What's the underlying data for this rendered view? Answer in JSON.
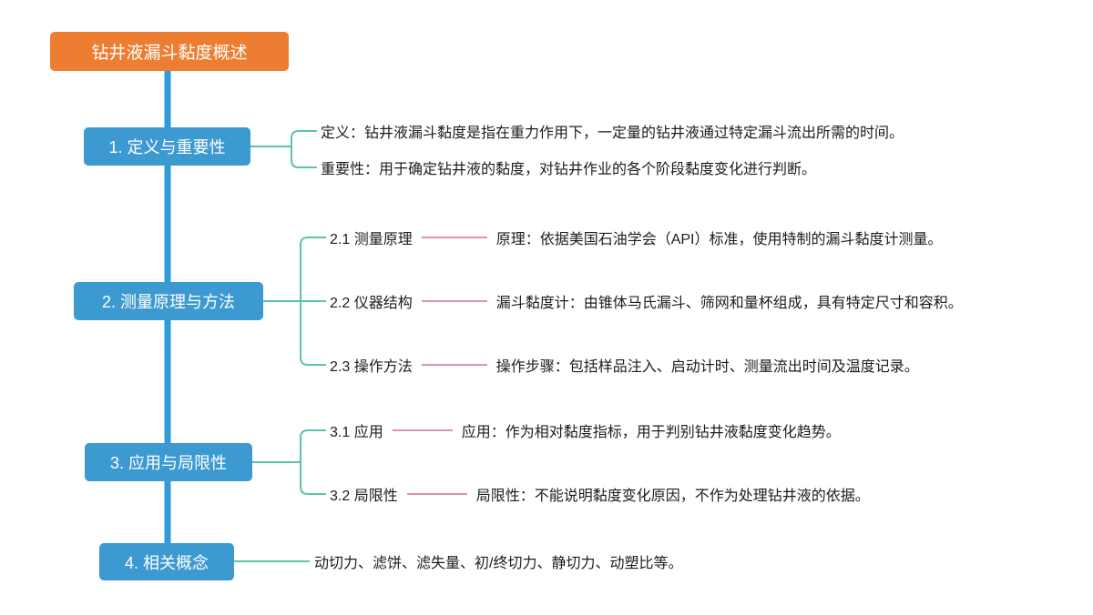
{
  "root": {
    "label": "钻井液漏斗黏度概述"
  },
  "colors": {
    "root_bg": "#ED7D31",
    "node_bg": "#3D9AD1",
    "trunk": "#2F9BD9",
    "branch_line": "#5AC3AF",
    "leaf_line": "#E0929E",
    "text": "#1D1D1F"
  },
  "sections": [
    {
      "label": "1. 定义与重要性",
      "children": [
        {
          "text": "定义：钻井液漏斗黏度是指在重力作用下，一定量的钻井液通过特定漏斗流出所需的时间。"
        },
        {
          "text": "重要性：用于确定钻井液的黏度，对钻井作业的各个阶段黏度变化进行判断。"
        }
      ]
    },
    {
      "label": "2. 测量原理与方法",
      "children": [
        {
          "label": "2.1 测量原理",
          "text": "原理：依据美国石油学会（API）标准，使用特制的漏斗黏度计测量。"
        },
        {
          "label": "2.2 仪器结构",
          "text": "漏斗黏度计：由锥体马氏漏斗、筛网和量杯组成，具有特定尺寸和容积。"
        },
        {
          "label": "2.3 操作方法",
          "text": "操作步骤：包括样品注入、启动计时、测量流出时间及温度记录。"
        }
      ]
    },
    {
      "label": "3. 应用与局限性",
      "children": [
        {
          "label": "3.1 应用",
          "text": "应用：作为相对黏度指标，用于判别钻井液黏度变化趋势。"
        },
        {
          "label": "3.2 局限性",
          "text": "局限性：不能说明黏度变化原因，不作为处理钻井液的依据。"
        }
      ]
    },
    {
      "label": "4. 相关概念",
      "children": [
        {
          "text": "动切力、滤饼、滤失量、初/终切力、静切力、动塑比等。"
        }
      ]
    }
  ]
}
